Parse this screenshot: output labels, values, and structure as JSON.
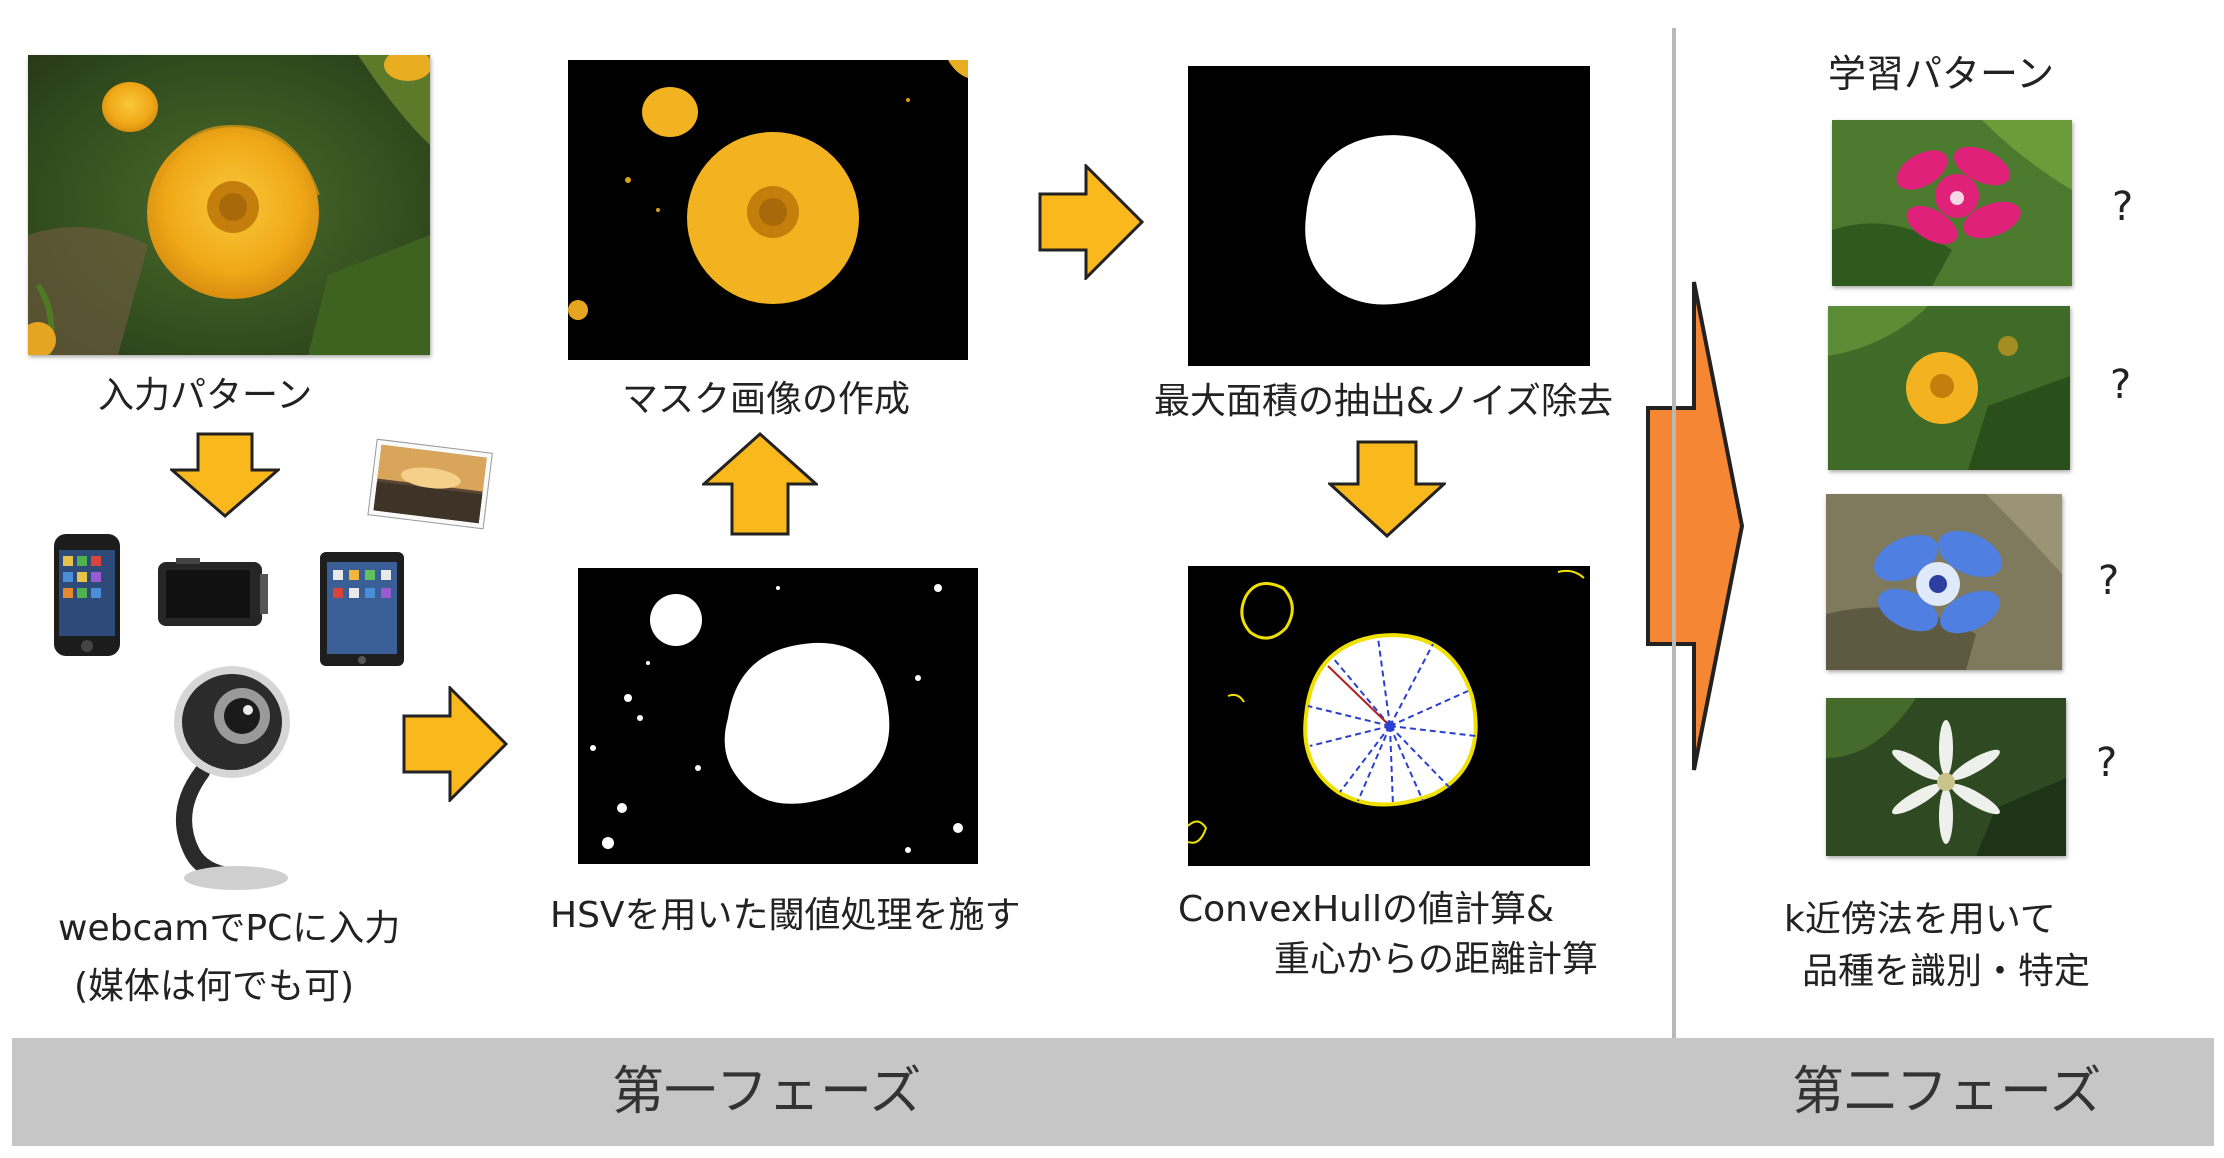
{
  "labels": {
    "input_pattern": "入力パターン",
    "input_method_line1": "webcamでPCに入力",
    "input_method_line2": "(媒体は何でも可)",
    "mask_creation": "マスク画像の作成",
    "hsv_threshold": "HSVを用いた閾値処理を施す",
    "largest_area": "最大面積の抽出&ノイズ除去",
    "convexhull_line1": "ConvexHullの値計算&",
    "convexhull_line2": "重心からの距離計算",
    "learning_patterns": "学習パターン",
    "knn_line1": "k近傍法を用いて",
    "knn_line2": "品種を識別・特定"
  },
  "learning_pattern_marks": [
    "?",
    "?",
    "?",
    "?"
  ],
  "phases": {
    "phase1": "第一フェーズ",
    "phase2": "第二フェーズ"
  },
  "colors": {
    "arrow_yellow": "#f9b81b",
    "big_arrow_orange": "#f58634",
    "flower_yellow": "#f3b321",
    "contour_yellow": "#f0e000",
    "distance_lines": "#2a3fd0",
    "phase_bar": "#c6c6c6"
  },
  "icons": {
    "flow_arrow": "block-arrow-icon",
    "big_arrow": "big-orange-arrow-icon",
    "devices": [
      "smartphone-icon",
      "digital-camera-icon",
      "tablet-icon",
      "photo-print-icon",
      "webcam-icon"
    ]
  }
}
